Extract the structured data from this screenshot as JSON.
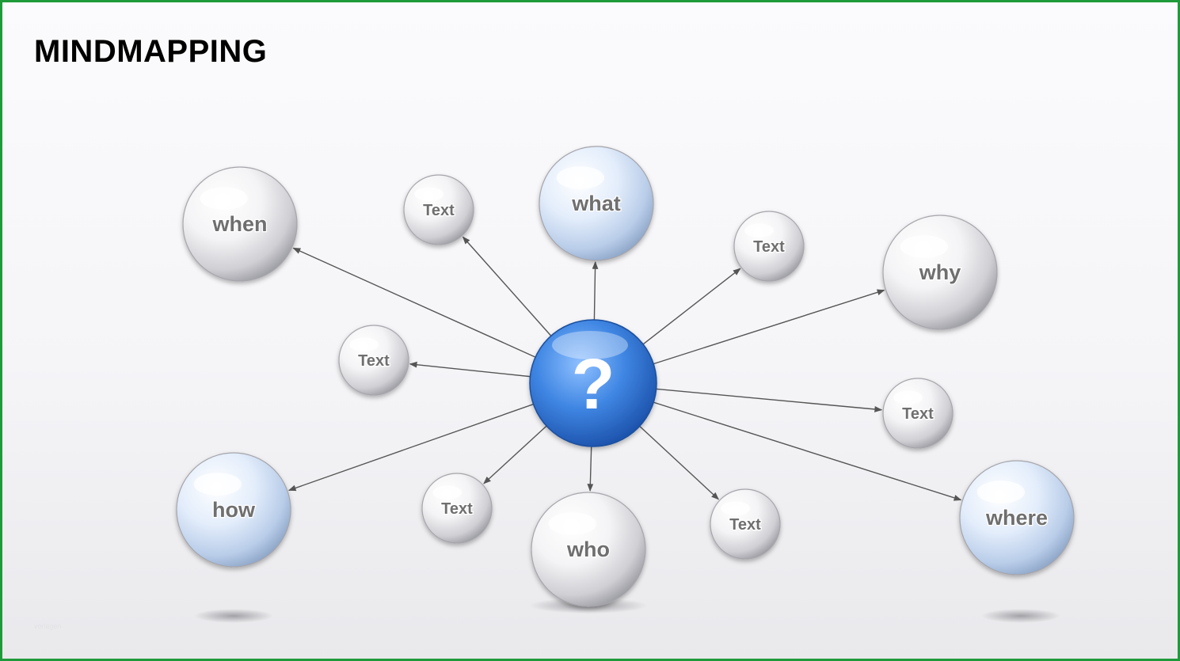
{
  "title": "MINDMAPPING",
  "watermark": "vorlagen",
  "center": {
    "label": "?",
    "color": "#2f77d6"
  },
  "nodes": [
    {
      "id": "when",
      "label": "when",
      "size": "large",
      "tint": "silver"
    },
    {
      "id": "what",
      "label": "what",
      "size": "large",
      "tint": "blue"
    },
    {
      "id": "why",
      "label": "why",
      "size": "large",
      "tint": "silver"
    },
    {
      "id": "how",
      "label": "how",
      "size": "large",
      "tint": "blue"
    },
    {
      "id": "who",
      "label": "who",
      "size": "large",
      "tint": "silver"
    },
    {
      "id": "where",
      "label": "where",
      "size": "large",
      "tint": "blue"
    },
    {
      "id": "text-1",
      "label": "Text",
      "size": "small",
      "tint": "silver"
    },
    {
      "id": "text-2",
      "label": "Text",
      "size": "small",
      "tint": "silver"
    },
    {
      "id": "text-3",
      "label": "Text",
      "size": "small",
      "tint": "silver"
    },
    {
      "id": "text-4",
      "label": "Text",
      "size": "small",
      "tint": "silver"
    },
    {
      "id": "text-5",
      "label": "Text",
      "size": "small",
      "tint": "silver"
    },
    {
      "id": "text-6",
      "label": "Text",
      "size": "small",
      "tint": "silver"
    }
  ]
}
